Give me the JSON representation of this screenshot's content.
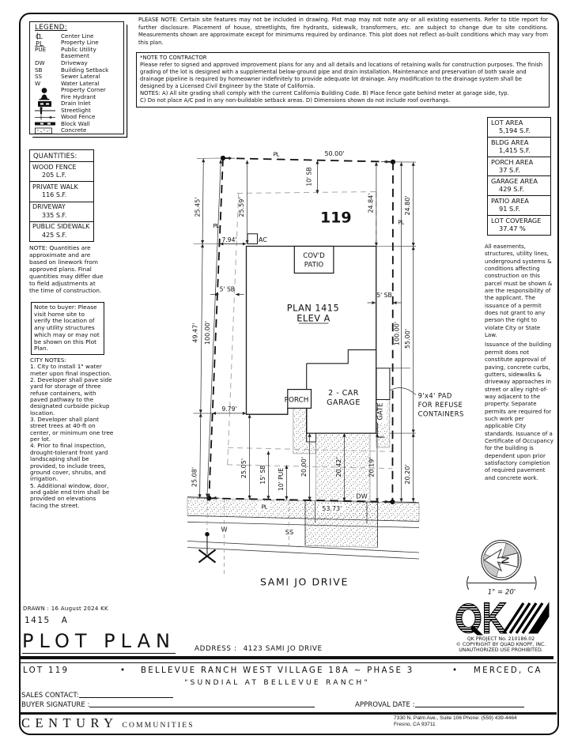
{
  "colors": {
    "ink": "#111111",
    "dash_gray": "#a8a8a8",
    "shade": "#c8c8c8"
  },
  "top_note": "PLEASE NOTE:  Certain site features may not be included in drawing. Plot map may not note any or all existing easements. Refer to title report for further disclosure. Placement of house, streetlights, fire hydrants, sidewalk, transformers, etc. are subject to change due to site conditions. Measurements shown are approximate except for minimums required by ordinance. This plot does not reflect as-built conditions which may vary from this plan.",
  "contractor_note": {
    "title": "*NOTE TO CONTRACTOR",
    "body": "Please refer to signed and approved improvement plans for any and all details and locations of retaining walls for construction purposes. The finish grading of the lot is designed with a supplemental below-ground pipe and drain installation. Maintenance and preservation of both swale and drainage pipeline is required by homeowner indefinitely to provide adequate lot drainage. Any modification to the drainage system shall be designed by a Licensed Civil Engineer by the State of California.",
    "notes_ab": "NOTES:  A) All site grading shall comply with the current California Building Code.  B) Place fence gate behind meter at garage side, typ.",
    "notes_cd": "C) Do not place A/C pad in any non-buildable setback areas.  D) Dimensions shown do not include roof overhangs."
  },
  "legend": {
    "title": "LEGEND:",
    "items": [
      {
        "abbr": "",
        "icon": "centerline-icon",
        "label": "Center Line"
      },
      {
        "abbr": "",
        "icon": "property-line-icon",
        "label": "Property Line"
      },
      {
        "abbr": "PUE",
        "icon": "",
        "label": "Public Utility"
      },
      {
        "abbr": "",
        "icon": "",
        "label": "Easement"
      },
      {
        "abbr": "DW",
        "icon": "",
        "label": "Driveway"
      },
      {
        "abbr": "SB",
        "icon": "",
        "label": "Building Setback"
      },
      {
        "abbr": "SS",
        "icon": "",
        "label": "Sewer Lateral"
      },
      {
        "abbr": "W",
        "icon": "",
        "label": "Water Lateral"
      },
      {
        "abbr": "",
        "icon": "property-corner-icon",
        "label": "Property Corner"
      },
      {
        "abbr": "",
        "icon": "fire-hydrant-icon",
        "label": "Fire Hydrant"
      },
      {
        "abbr": "",
        "icon": "drain-inlet-icon",
        "label": "Drain Inlet"
      },
      {
        "abbr": "",
        "icon": "streetlight-icon",
        "label": "Streetlight"
      },
      {
        "abbr": "",
        "icon": "wood-fence-icon",
        "label": "Wood Fence"
      },
      {
        "abbr": "",
        "icon": "block-wall-icon",
        "label": "Block Wall"
      },
      {
        "abbr": "",
        "icon": "concrete-icon",
        "label": "Concrete"
      }
    ]
  },
  "quantities": {
    "title": "QUANTITIES:",
    "rows": [
      {
        "label": "WOOD FENCE",
        "value": "205 L.F."
      },
      {
        "label": "PRIVATE WALK",
        "value": "116 S.F."
      },
      {
        "label": "DRIVEWAY",
        "value": "335 S.F."
      },
      {
        "label": "PUBLIC SIDEWALK",
        "value": "425 S.F."
      }
    ]
  },
  "qty_note": "NOTE: Quantities are approximate and are based on linework from approved plans.  Final quantities may differ due to field adjustments at the time of construction.",
  "buyer_note": "Note to buyer: Please visit home site to verify the location of any utility structures which may or may not be shown on this Plot Plan.",
  "city_notes": {
    "title": "CITY NOTES:",
    "items": [
      "1. City to install 1\" water meter upon final inspection.",
      "2. Developer shall pave side yard for storage of three refuse containers, with paved pathway to the designated curbside pickup location.",
      "3. Developer shall plant street trees at 40-ft on center, or minimum one tree per lot.",
      "4. Prior to final inspection, drought-tolerant front yard landscaping shall be provided, to include trees, ground cover, shrubs, and irrigation.",
      "5. Additional window, door, and gable end trim shall be provided on elevations facing the street."
    ]
  },
  "areas": {
    "rows": [
      {
        "label": "LOT AREA",
        "value": "5,194 S.F."
      },
      {
        "label": "BLDG AREA",
        "value": "1,415 S.F."
      },
      {
        "label": "PORCH AREA",
        "value": "37 S.F."
      },
      {
        "label": "GARAGE AREA",
        "value": "429 S.F."
      },
      {
        "label": "PATIO AREA",
        "value": "91 S.F."
      },
      {
        "label": "LOT COVERAGE",
        "value": "37.47 %"
      }
    ]
  },
  "right_notes": {
    "para1": "All easements, structures, utility lines, underground systems & conditions affecting construction on this parcel must be shown & are the responsibility of the applicant. The issuance of a permit does not grant to any person the right to violate City or State Law.",
    "para2": "Issuance of the building permit does not constitute approval of paving, concrete curbs, gutters, sidewalks & driveway approaches in street or alley right-of-way adjacent to the property. Separate permits are required for such work per applicable City standards. Issuance of a Certificate of Occupancy for the building is dependent upon prior satisfactory completion of required pavement and concrete work."
  },
  "plan": {
    "lot_number": "119",
    "plan_name": "PLAN 1415",
    "elevation": "ELEV A",
    "covd_patio_1": "COV'D",
    "covd_patio_2": "PATIO",
    "porch": "PORCH",
    "garage_1": "2 - CAR",
    "garage_2": "GARAGE",
    "gate": "GATE",
    "ac": "AC",
    "pad_1": "9'x4' PAD",
    "pad_2": "FOR REFUSE",
    "pad_3": "CONTAINERS",
    "dw": "DW",
    "w": "W",
    "ss": "SS",
    "pl": "PL",
    "street_name": "SAMI JO DRIVE",
    "north": "N",
    "scale": "1\" = 20'",
    "dims": {
      "d5000": "50.00'",
      "d2545": "25.45'",
      "d2559": "25.59'",
      "sb10": "10' SB",
      "d2484": "24.84'",
      "d2480": "24.80'",
      "d794": "7.94'",
      "sb5": "5' SB",
      "d4947": "49.47'",
      "d100": "100.00'",
      "d5500": "55.00'",
      "d979": "9.79'",
      "d2508": "25.08'",
      "d2505": "25.05'",
      "sb15": "15' SB",
      "pue10": "10' PUE",
      "d2000": "20.00'",
      "d2042": "20.42'",
      "d2019": "20.19'",
      "d2020": "20.20'",
      "d5373": "53.73'"
    }
  },
  "qk": {
    "project": "QK PROJECT No. 210186.02",
    "copyright": "© COPYRIGHT BY QUAD KNOPF, INC.",
    "prohibited": "UNAUTHORIZED USE PROHIBITED."
  },
  "titleblock": {
    "drawn": "DRAWN : 16 August 2024  KK",
    "plan_no": "1415",
    "revision": "A",
    "title": "PLOT PLAN",
    "address_label": "ADDRESS :",
    "address": "4123 SAMI JO DRIVE",
    "lot": "LOT 119",
    "bullet": "•",
    "tract": "BELLEVUE RANCH WEST VILLAGE 18A ~ PHASE 3",
    "city": "MERCED, CA",
    "subtitle": "\"SUNDIAL AT BELLEVUE RANCH\"",
    "sales_label": "SALES CONTACT:",
    "buyer_label": "BUYER SIGNATURE :",
    "approval_label": "APPROVAL DATE :",
    "brand_1": "CENTURY",
    "brand_2": "COMMUNITIES",
    "office_line1": "7330 N. Palm Ave., Suite 106    Phone: (559) 439-4464",
    "office_line2": "Fresno, CA  93711"
  }
}
